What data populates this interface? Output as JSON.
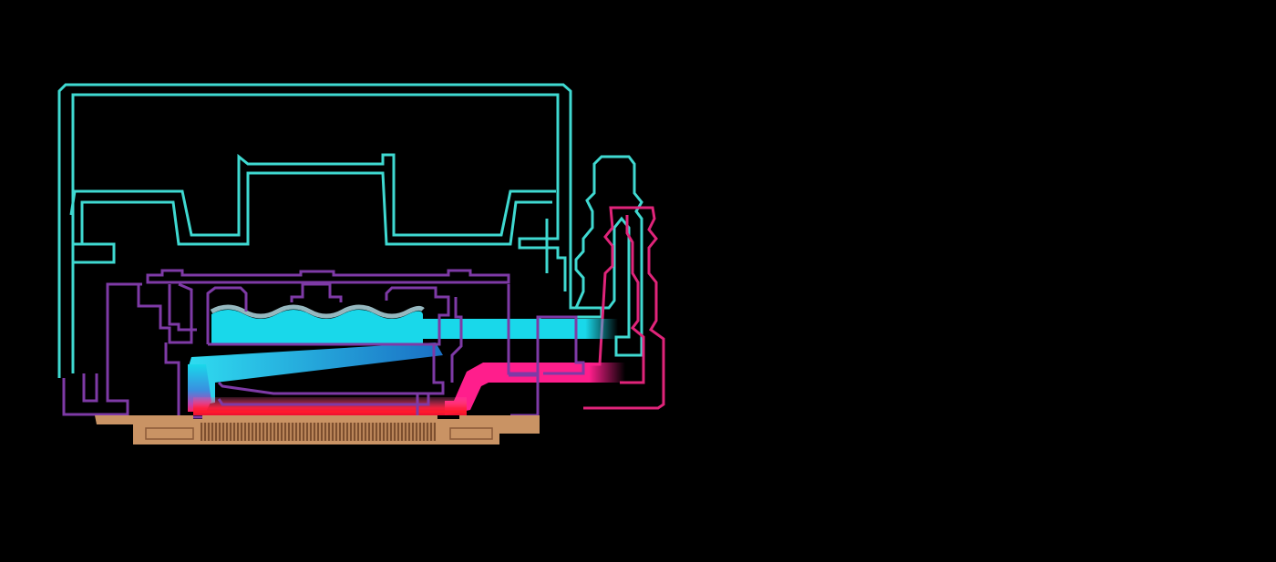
{
  "diagram": {
    "type": "liquid-cooling-block-cross-section",
    "text_labels": [],
    "components": [
      {
        "name": "outer-housing",
        "outline_color": "#3fd9d1"
      },
      {
        "name": "outlet-barb-fitting",
        "outline_color": "#3fd9d1"
      },
      {
        "name": "inlet-barb-fitting",
        "outline_color": "#e0247a"
      },
      {
        "name": "pump-chamber",
        "outline_color": "#7e3aa6"
      },
      {
        "name": "cold-coolant-channel",
        "fill_color": "#19d8ea"
      },
      {
        "name": "hot-coolant-channel",
        "fill_color": "#ff1e8c"
      },
      {
        "name": "copper-cold-plate",
        "fill_color": "#c99364"
      }
    ]
  },
  "colors": {
    "background": "#000000",
    "cyan_outline": "#3fd9d1",
    "magenta_outline": "#e0247a",
    "purple_outline": "#7e3aa6",
    "cold_flow": "#19d8ea",
    "hot_flow": "#ff1e8c",
    "copper": "#c99364"
  }
}
